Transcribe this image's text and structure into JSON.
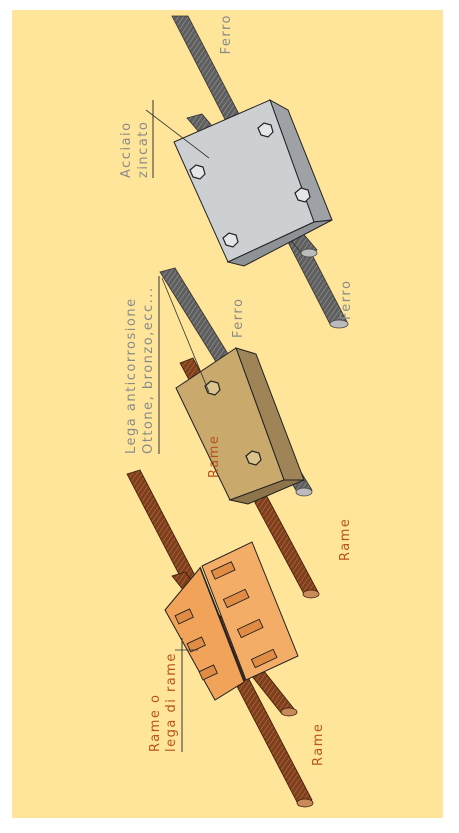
{
  "colors": {
    "background": "#ffe59a",
    "label_grey": "#8a8a8a",
    "label_copper": "#b8531c",
    "copper_rod": "#8a4a25",
    "copper_connector": "#f2a35a",
    "brass_connector": "#c9a96c",
    "steel_connector": "#cdd0d3",
    "iron_rod": "#555555"
  },
  "labels": {
    "top_iron": "Ferro",
    "steel": "Acciaio\nzincato",
    "brass_top_iron": "Ferro",
    "brass_bottom_iron": "Ferro",
    "alloy_line1": "Lega anticorrosione",
    "alloy_line2": "Ottone, bronzo,ecc...",
    "brass_rame_top": "Rame",
    "brass_rame_bottom": "Rame",
    "copper_line1": "Rame o",
    "copper_line2": "lega di rame",
    "copper_rame_bottom": "Rame"
  }
}
